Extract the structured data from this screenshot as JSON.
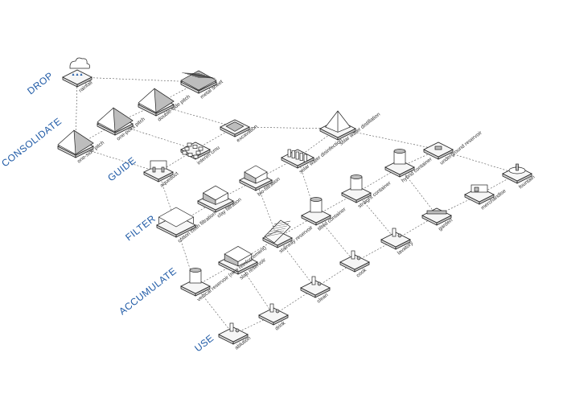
{
  "categories": [
    {
      "id": "drop",
      "label": "DROP"
    },
    {
      "id": "consolidate",
      "label": "CONSOLIDATE"
    },
    {
      "id": "guide",
      "label": "GUIDE"
    },
    {
      "id": "filter",
      "label": "FILTER"
    },
    {
      "id": "accumulate",
      "label": "ACCUMULATE"
    },
    {
      "id": "use",
      "label": "USE"
    }
  ],
  "items": [
    {
      "id": "rainfall",
      "label": "rainfall",
      "icon": "rain-cloud-icon"
    },
    {
      "id": "metal-sheet",
      "label": "metal sheet",
      "icon": "corrugated-sheet-icon"
    },
    {
      "id": "double-side-pitch",
      "label": "double-side pitch",
      "icon": "double-pitch-roof-icon"
    },
    {
      "id": "one-point-pitch",
      "label": "one-point pitch",
      "icon": "one-point-pitch-roof-icon"
    },
    {
      "id": "one-side-pitch",
      "label": "one-side pitch",
      "icon": "one-side-pitch-roof-icon"
    },
    {
      "id": "excavation",
      "label": "excavation",
      "icon": "excavation-icon"
    },
    {
      "id": "interim-cmu",
      "label": "interim cmu",
      "icon": "cmu-blocks-icon"
    },
    {
      "id": "aqueduct",
      "label": "aqueduct",
      "icon": "aqueduct-icon"
    },
    {
      "id": "solar-water-distillation",
      "label": "solar water distillation",
      "icon": "solar-still-icon"
    },
    {
      "id": "solar-water-disinfection",
      "label": "solar water disinfection",
      "icon": "bottle-rack-icon"
    },
    {
      "id": "bio-filtration",
      "label": "bio-filtration",
      "icon": "bio-filter-icon"
    },
    {
      "id": "clay-filtration",
      "label": "clay filtration",
      "icon": "clay-filter-icon"
    },
    {
      "id": "cotton-cloth-filtration",
      "label": "cotton cloth filtration",
      "icon": "cloth-filter-icon"
    },
    {
      "id": "underground-reservoir",
      "label": "underground reservoir",
      "icon": "underground-tank-icon"
    },
    {
      "id": "hybrid-container",
      "label": "hybrid container",
      "icon": "hybrid-container-icon"
    },
    {
      "id": "straight-container",
      "label": "straight container",
      "icon": "straight-container-icon"
    },
    {
      "id": "tilted-container",
      "label": "tilted container",
      "icon": "tilted-container-icon"
    },
    {
      "id": "stairway-reservoir",
      "label": "stairway reservoir",
      "icon": "stairway-reservoir-icon"
    },
    {
      "id": "slab-reservoir",
      "label": "slab reservoir",
      "icon": "slab-reservoir-icon"
    },
    {
      "id": "vertical-reservoir",
      "label": "vertical reservoir (new reinforcement)",
      "icon": "vertical-reservoir-icon"
    },
    {
      "id": "fountain",
      "label": "fountain",
      "icon": "fountain-icon"
    },
    {
      "id": "merchandise",
      "label": "merchandise",
      "icon": "market-stall-icon"
    },
    {
      "id": "garden",
      "label": "garden",
      "icon": "garden-bed-icon"
    },
    {
      "id": "lavatory",
      "label": "lavatory",
      "icon": "lavatory-icon"
    },
    {
      "id": "cook",
      "label": "cook",
      "icon": "stove-icon"
    },
    {
      "id": "clean",
      "label": "clean",
      "icon": "washing-icon"
    },
    {
      "id": "drink",
      "label": "drink",
      "icon": "drinking-figures-icon"
    },
    {
      "id": "ablution",
      "label": "ablution",
      "icon": "ablution-icon"
    }
  ]
}
